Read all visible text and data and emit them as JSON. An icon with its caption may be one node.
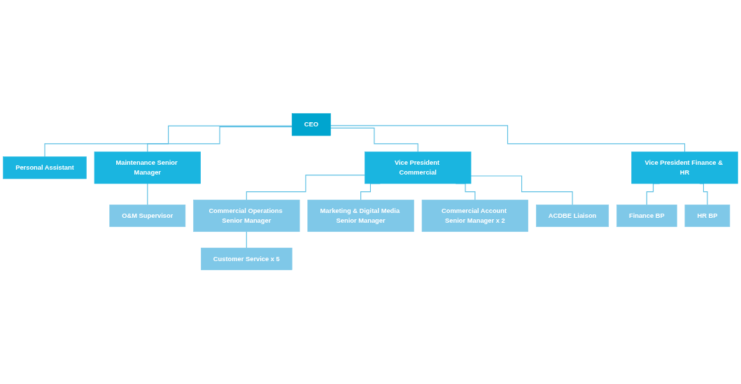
{
  "diagram": {
    "nodes": [
      {
        "text": [
          "CEO"
        ]
      },
      {
        "text": [
          "Personal Assistant"
        ]
      },
      {
        "text": [
          "Maintenance Senior Manager"
        ]
      },
      {
        "text": [
          "Vice President Commercial"
        ]
      },
      {
        "text": [
          "Vice President Finance & HR"
        ]
      },
      {
        "text": [
          "O&M Supervisor"
        ]
      },
      {
        "text": [
          "Commercial Operations Senior Manager"
        ]
      },
      {
        "text": [
          "Customer Service x 5"
        ]
      },
      {
        "text": [
          "Marketing & Digital Media Senior Manager"
        ]
      },
      {
        "text": [
          "Commercial Account Senior Manager x 2"
        ]
      },
      {
        "text": [
          "ACDBE Liaison"
        ]
      },
      {
        "text": [
          "Finance BP"
        ]
      },
      {
        "text": [
          "HR BP"
        ]
      }
    ],
    "edges": [
      {
        "from": 0,
        "to": 1,
        "arrow": "none"
      },
      {
        "from": 0,
        "to": 2,
        "arrow": "none"
      },
      {
        "from": 0,
        "to": 3,
        "arrow": "none"
      },
      {
        "from": 0,
        "to": 4,
        "arrow": "none"
      },
      {
        "from": 2,
        "to": 5,
        "arrow": "none"
      },
      {
        "from": 3,
        "to": 6,
        "arrow": "none"
      },
      {
        "from": 6,
        "to": 7,
        "arrow": "none"
      },
      {
        "from": 3,
        "to": 8,
        "arrow": "none"
      },
      {
        "from": 3,
        "to": 9,
        "arrow": "none"
      },
      {
        "from": 3,
        "to": 10,
        "arrow": "none"
      },
      {
        "from": 4,
        "to": 11,
        "arrow": "none"
      },
      {
        "from": 4,
        "to": 12,
        "arrow": "none"
      }
    ]
  }
}
